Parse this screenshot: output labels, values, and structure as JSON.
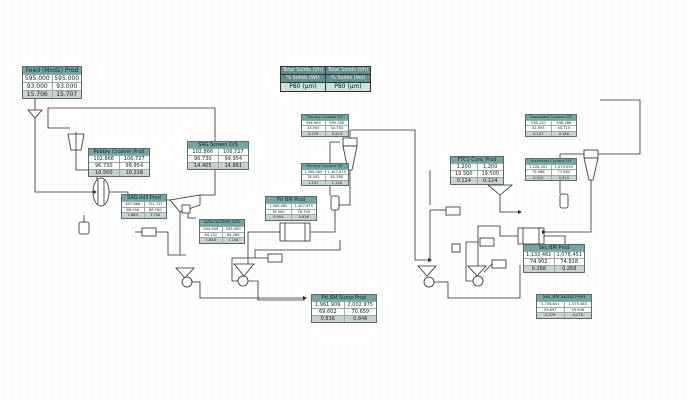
{
  "legend": {
    "headers": [
      "Total Solids (t/h)",
      "Total Solids (t/h)"
    ],
    "subheaders": [
      "% Solids (Wt)",
      "% Solids (Vol)"
    ],
    "values": [
      "P80 (µm)",
      "P80 (µm)"
    ]
  },
  "streams": [
    {
      "id": "feed",
      "label": "Feed (Mod1) Prod",
      "rows": [
        [
          "595.000",
          "595.000"
        ],
        [
          "93.000",
          "93.000"
        ],
        [
          "15.706",
          "15.707"
        ]
      ]
    },
    {
      "id": "pebble-crusher",
      "label": "Pebble Crusher Prod",
      "rows": [
        [
          "102.866",
          "106.727"
        ],
        [
          "96.730",
          "99.954"
        ],
        [
          "10.560",
          "10.218"
        ]
      ]
    },
    {
      "id": "sag-screen-os",
      "label": "SAG Screen O/S",
      "rows": [
        [
          "102.866",
          "106.727"
        ],
        [
          "96.730",
          "99.954"
        ],
        [
          "14.405",
          "14.861"
        ]
      ]
    },
    {
      "id": "sag-mill",
      "label": "SAG mill Prod",
      "rows": [
        [
          "697.866",
          "701.727"
        ],
        [
          "88.358",
          "88.760"
        ],
        [
          "1.683",
          "1.756"
        ]
      ]
    },
    {
      "id": "sag-screen-us",
      "label": "SAG Screen U/S",
      "rows": [
        [
          "594.909",
          "595.000"
        ],
        [
          "84.102",
          "84.288"
        ],
        [
          "1.848",
          "1.144"
        ]
      ]
    },
    {
      "id": "primary-os",
      "label": "Primary Cyclone O/F",
      "rows": [
        [
          "594.909",
          "595.000"
        ],
        [
          "33.905",
          "32.784"
        ],
        [
          "0.239",
          "0.224"
        ]
      ]
    },
    {
      "id": "primary-uf",
      "label": "Primary Cyclone U/F",
      "rows": [
        [
          "1,399.060",
          "1,407.975"
        ],
        [
          "78.502",
          "82.380"
        ],
        [
          "1.147",
          "1.116"
        ]
      ]
    },
    {
      "id": "pri-bm",
      "label": "Pri BM Prod",
      "rows": [
        [
          "1,399.060",
          "1,407.975"
        ],
        [
          "76.500",
          "76.700"
        ],
        [
          "0.991",
          "0.916"
        ]
      ]
    },
    {
      "id": "pri-bm-sump",
      "label": "Pri BM Sump Prod",
      "rows": [
        [
          "1,961.909",
          "2,002.975"
        ],
        [
          "69.602",
          "70.659"
        ],
        [
          "0.836",
          "0.846"
        ]
      ]
    },
    {
      "id": "ftc1",
      "label": "FTC1 Conc Prod",
      "rows": [
        [
          "1.200",
          "1.200"
        ],
        [
          "19.500",
          "19.500"
        ],
        [
          "0.124",
          "0.124"
        ]
      ]
    },
    {
      "id": "secondary-os",
      "label": "Secondary Cyclone O/F",
      "rows": [
        [
          "538.120",
          "538.286"
        ],
        [
          "42.493",
          "40.715"
        ],
        [
          "0.147",
          "0.148"
        ]
      ]
    },
    {
      "id": "secondary-uf",
      "label": "Secondary Cyclone U/F",
      "rows": [
        [
          "1,128.341",
          "1,079.094"
        ],
        [
          "75.986",
          "77.964"
        ],
        [
          "0.316",
          "0.314"
        ]
      ]
    },
    {
      "id": "sec-bm",
      "label": "Sec BM Prod",
      "rows": [
        [
          "1,133.461",
          "1,076.451"
        ],
        [
          "74.902",
          "74.918"
        ],
        [
          "0.268",
          "0.268"
        ]
      ]
    },
    {
      "id": "sec-bm-sump",
      "label": "Sec BM Sump Prod",
      "rows": [
        [
          "1,706.641",
          "1,575.465"
        ],
        [
          "59.697",
          "59.906"
        ],
        [
          "0.276",
          "0.276"
        ]
      ]
    }
  ]
}
